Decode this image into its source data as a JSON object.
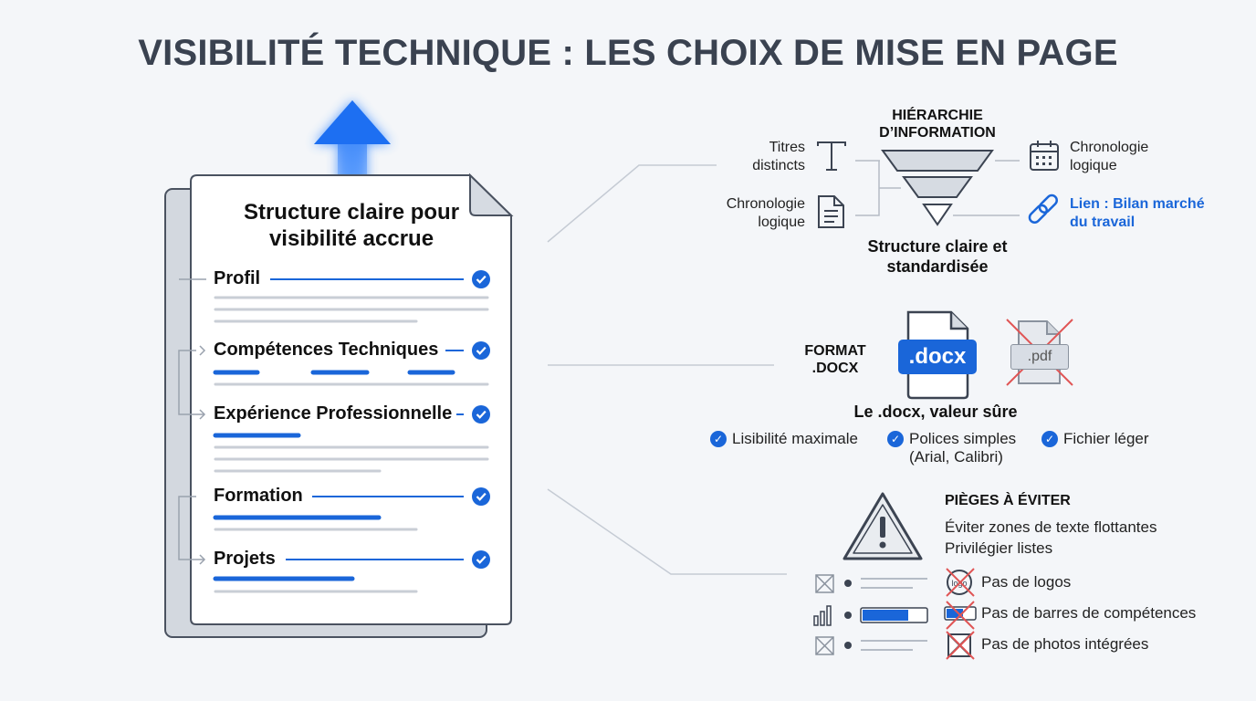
{
  "title": "VISIBILITÉ TECHNIQUE : LES CHOIX DE MISE EN PAGE",
  "document": {
    "title": "Structure claire pour visibilité accrue",
    "sections": [
      "Profil",
      "Compétences Techniques",
      "Expérience Professionnelle",
      "Formation",
      "Projets"
    ]
  },
  "hierarchy": {
    "header": "HIÉRARCHIE D’INFORMATION",
    "left_top": "Titres distincts",
    "left_bottom": "Chronologie logique",
    "right_top": "Chronologie logique",
    "right_link": "Lien : Bilan marché du travail",
    "caption": "Structure claire et standardisée"
  },
  "format": {
    "header": "FORMAT .DOCX",
    "docx_label": ".docx",
    "pdf_label": ".pdf",
    "caption": "Le .docx, valeur sûre",
    "checks": [
      "Lisibilité maximale",
      "Polices simples (Arial, Calibri)",
      "Fichier léger"
    ]
  },
  "pitfalls": {
    "header": "PIÈGES À ÉVITER",
    "line1": "Éviter zones de texte flottantes",
    "line2": "Privilégier listes",
    "items": [
      "Pas de logos",
      "Pas de barres de compétences",
      "Pas de photos intégrées"
    ]
  },
  "colors": {
    "accent": "#1a66d9",
    "cross": "#e05555",
    "text": "#111111",
    "muted": "#3a4250"
  }
}
